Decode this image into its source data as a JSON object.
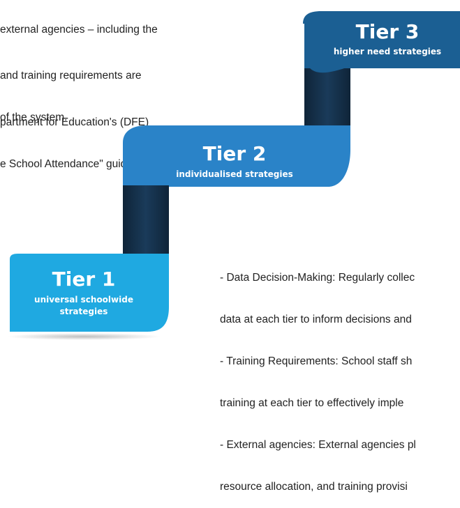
{
  "intro_text": {
    "block1": [
      "external agencies – including the"
    ],
    "block2": [
      "and training requirements are",
      "of the system."
    ],
    "block3": [
      "partment for Education's (DFE)",
      "e School Attendance\" guidelines."
    ]
  },
  "tiers": [
    {
      "title": "Tier 3",
      "subtitle": "higher need strategies",
      "color": "#1b5f93"
    },
    {
      "title": "Tier 2",
      "subtitle": "individualised strategies",
      "color": "#2a83c8"
    },
    {
      "title": "Tier 1",
      "subtitle_line1": "universal schoolwide",
      "subtitle_line2": "strategies",
      "color": "#1fa9e1"
    }
  ],
  "connector_color": "#16324d",
  "notes": [
    "- Data Decision-Making: Regularly collec",
    "data at each tier to inform decisions and",
    "- Training Requirements: School staff sh",
    "training at each tier to effectively imple",
    "- External agencies: External agencies pl",
    "resource allocation, and training provisi"
  ]
}
